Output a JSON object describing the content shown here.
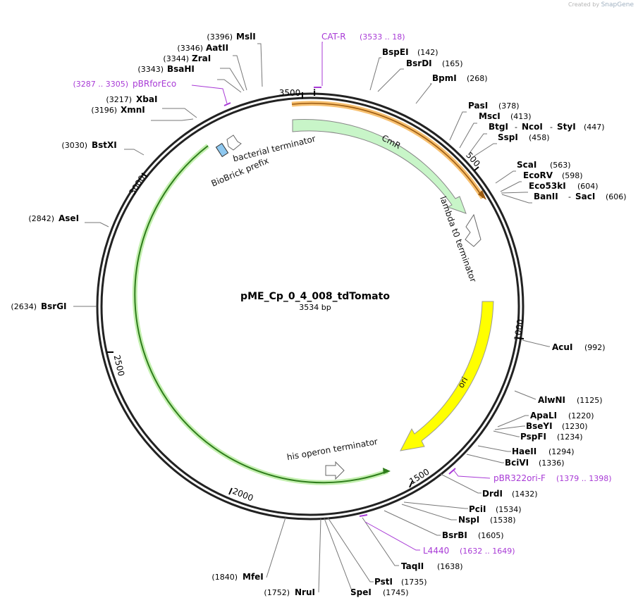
{
  "credit": {
    "prefix": "Created by",
    "brand": "SnapGene"
  },
  "plasmid": {
    "name": "pME_Cp_0_4_008_tdTomato",
    "length_label": "3534 bp"
  },
  "ticks": [
    "3500",
    "500",
    "3000",
    "1000",
    "2500",
    "1500",
    "2000"
  ],
  "origin_marker": "i",
  "enzymes": [
    {
      "name": "MslI",
      "pos": "(3396)"
    },
    {
      "name": "AatII",
      "pos": "(3346)"
    },
    {
      "name": "ZraI",
      "pos": "(3344)"
    },
    {
      "name": "BsaHI",
      "pos": "(3343)"
    },
    {
      "name": "XbaI",
      "pos": "(3217)"
    },
    {
      "name": "XmnI",
      "pos": "(3196)"
    },
    {
      "name": "BstXI",
      "pos": "(3030)"
    },
    {
      "name": "AseI",
      "pos": "(2842)"
    },
    {
      "name": "BsrGI",
      "pos": "(2634)"
    },
    {
      "name": "BspEI",
      "pos": "(142)"
    },
    {
      "name": "BsrDI",
      "pos": "(165)"
    },
    {
      "name": "BpmI",
      "pos": "(268)"
    },
    {
      "name": "PasI",
      "pos": "(378)"
    },
    {
      "name": "MscI",
      "pos": "(413)"
    },
    {
      "name": "BtgI",
      "name2": "NcoI",
      "name3": "StyI",
      "pos": "(447)"
    },
    {
      "name": "SspI",
      "pos": "(458)"
    },
    {
      "name": "ScaI",
      "pos": "(563)"
    },
    {
      "name": "EcoRV",
      "pos": "(598)"
    },
    {
      "name": "Eco53kI",
      "pos": "(604)"
    },
    {
      "name": "BanII",
      "name2": "SacI",
      "pos": "(606)"
    },
    {
      "name": "AcuI",
      "pos": "(992)"
    },
    {
      "name": "AlwNI",
      "pos": "(1125)"
    },
    {
      "name": "ApaLI",
      "pos": "(1220)"
    },
    {
      "name": "BseYI",
      "pos": "(1230)"
    },
    {
      "name": "PspFI",
      "pos": "(1234)"
    },
    {
      "name": "HaeII",
      "pos": "(1294)"
    },
    {
      "name": "BciVI",
      "pos": "(1336)"
    },
    {
      "name": "DrdI",
      "pos": "(1432)"
    },
    {
      "name": "PciI",
      "pos": "(1534)"
    },
    {
      "name": "NspI",
      "pos": "(1538)"
    },
    {
      "name": "BsrBI",
      "pos": "(1605)"
    },
    {
      "name": "TaqII",
      "pos": "(1638)"
    },
    {
      "name": "PstI",
      "pos": "(1735)"
    },
    {
      "name": "SpeI",
      "pos": "(1745)"
    },
    {
      "name": "NruI",
      "pos": "(1752)"
    },
    {
      "name": "MfeI",
      "pos": "(1840)"
    }
  ],
  "primers": [
    {
      "name": "CAT-R",
      "range": "(3533 .. 18)"
    },
    {
      "name": "pBRforEco",
      "range": "(3287 .. 3305)"
    },
    {
      "name": "pBR322ori-F",
      "range": "(1379 .. 1398)"
    },
    {
      "name": "L4440",
      "range": "(1632 .. 1649)"
    }
  ],
  "features": [
    {
      "name": "CmR",
      "color": "#c8f5c8",
      "kind": "arrow"
    },
    {
      "name": "ori",
      "color": "#ffff00",
      "kind": "arrow"
    },
    {
      "name": "lambda t0 terminator",
      "color": "#ffffff",
      "kind": "terminator"
    },
    {
      "name": "his operon terminator",
      "color": "#ffffff",
      "kind": "terminator"
    },
    {
      "name": "bacterial terminator",
      "color": "#ffffff",
      "kind": "terminator"
    },
    {
      "name": "BioBrick prefix",
      "color": "#8ec8f0",
      "kind": "box"
    },
    {
      "name": "",
      "color": "#f7b955",
      "kind": "orf-orange"
    },
    {
      "name": "",
      "color": "#2f7d1c",
      "kind": "orf-green"
    }
  ],
  "colors": {
    "primer": "#a83ad6",
    "ring": "#222222",
    "leader": "#777777"
  }
}
